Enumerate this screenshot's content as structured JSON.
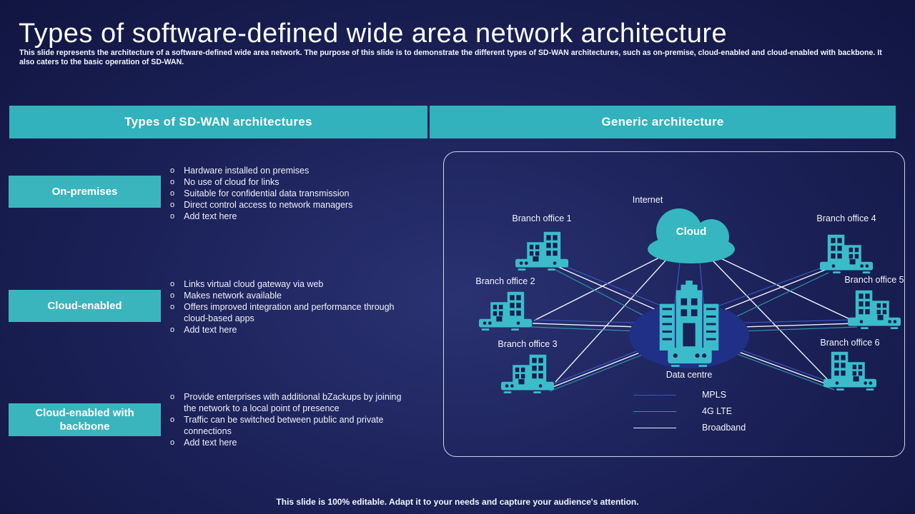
{
  "slide": {
    "title": "Types of software-defined wide area network architecture",
    "subtitle": "This slide represents the architecture of a software-defined wide area network. The purpose of this slide is to demonstrate the different types of SD-WAN architectures, such as on-premise, cloud-enabled and cloud-enabled with backbone. It also caters to the basic operation of SD-WAN.",
    "footer": "This slide is 100% editable. Adapt it to your needs and capture your audience's attention."
  },
  "table": {
    "left_header": "Types of SD-WAN architectures",
    "right_header": "Generic architecture"
  },
  "ui": {
    "bullet_marker": "o"
  },
  "architectures": [
    {
      "label": "On-premises",
      "bullets": [
        "Hardware installed on premises",
        "No use of cloud for links",
        "Suitable for confidential data transmission",
        "Direct control access to network managers",
        "Add text here"
      ]
    },
    {
      "label": "Cloud-enabled",
      "bullets": [
        "Links virtual cloud gateway via web",
        "Makes network available",
        "Offers improved integration and performance through cloud-based apps",
        "Add text here"
      ]
    },
    {
      "label": "Cloud-enabled with backbone",
      "bullets": [
        "Provide enterprises with additional bZackups by joining the network to a local point of presence",
        "Traffic can be switched between public and private connections",
        "Add text here"
      ]
    }
  ],
  "diagram": {
    "internet_label": "Internet",
    "cloud_label": "Cloud",
    "data_centre_label": "Data centre",
    "branch_offices": [
      "Branch office 1",
      "Branch office 2",
      "Branch office 3",
      "Branch office 4",
      "Branch office 5",
      "Branch office 6"
    ],
    "legend": [
      {
        "label": "MPLS",
        "color": "#3b57c0"
      },
      {
        "label": "4G LTE",
        "color": "#2f93a8"
      },
      {
        "label": "Broadband",
        "color": "#edf1fb"
      }
    ]
  },
  "colors": {
    "accent_teal": "#31b2bc",
    "background_navy": "#1c2259",
    "panel_border": "#ccd5ea",
    "ellipse_blue": "#203086"
  }
}
